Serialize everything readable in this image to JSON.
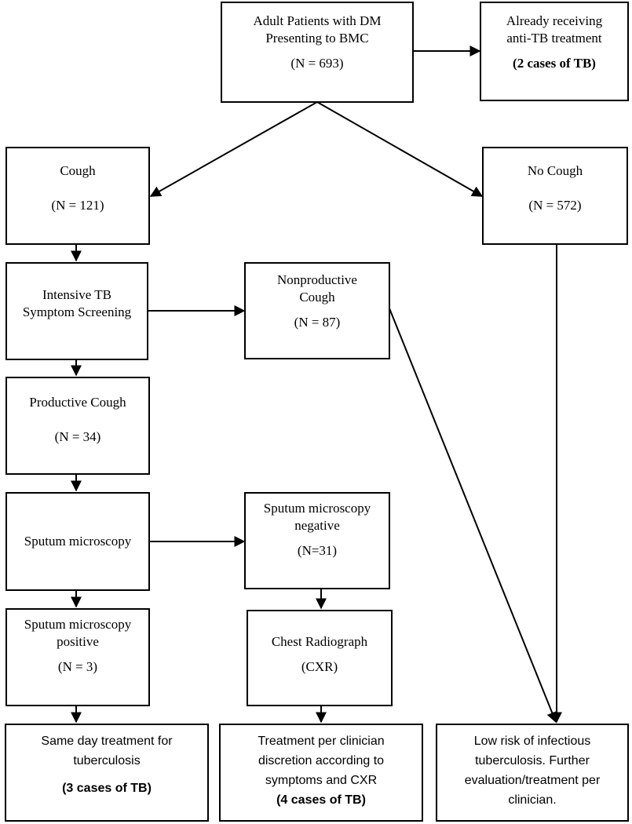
{
  "nodes": {
    "adult_patients": {
      "line1": "Adult Patients with DM",
      "line2": "Presenting to BMC",
      "n": "(N = 693)"
    },
    "already_receiving": {
      "line1": "Already receiving",
      "line2": "anti-TB treatment",
      "cases": "(2 cases of TB)"
    },
    "cough": {
      "label": "Cough",
      "n": "(N = 121)"
    },
    "no_cough": {
      "label": "No Cough",
      "n": "(N = 572)"
    },
    "intensive_screening": {
      "line1": "Intensive TB",
      "line2": "Symptom Screening"
    },
    "nonproductive": {
      "line1": "Nonproductive",
      "line2": "Cough",
      "n": "(N = 87)"
    },
    "productive": {
      "label": "Productive Cough",
      "n": "(N = 34)"
    },
    "sputum_microscopy": {
      "label": "Sputum microscopy"
    },
    "sputum_negative": {
      "line1": "Sputum microscopy",
      "line2": "negative",
      "n": "(N=31)"
    },
    "sputum_positive": {
      "line1": "Sputum microscopy",
      "line2": "positive",
      "n": "(N = 3)"
    },
    "chest_radiograph": {
      "line1": "Chest Radiograph",
      "line2": "(CXR)"
    },
    "same_day": {
      "line1": "Same day treatment for",
      "line2": "tuberculosis",
      "cases": "(3 cases of TB)"
    },
    "treatment_per_clinician": {
      "line1": "Treatment per clinician",
      "line2": "discretion according to",
      "line3": "symptoms and CXR",
      "cases": "(4 cases of TB)"
    },
    "low_risk": {
      "line1": "Low risk of infectious",
      "line2": "tuberculosis. Further",
      "line3": "evaluation/treatment per",
      "line4": "clinician."
    }
  }
}
